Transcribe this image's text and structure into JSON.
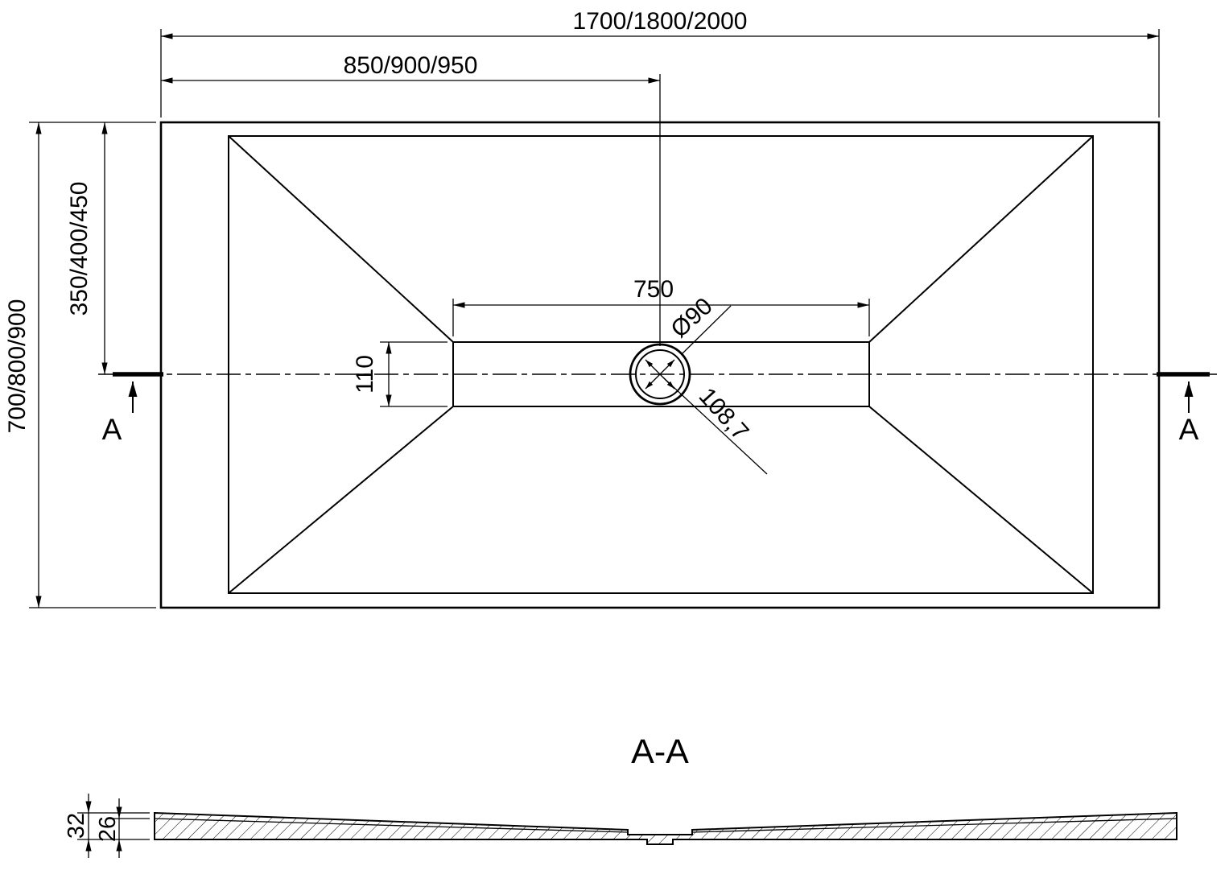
{
  "page": {
    "background_color": "#ffffff",
    "line_color": "#000000"
  },
  "top_view": {
    "dim_overall_width": "1700/1800/2000",
    "dim_center_width": "850/900/950",
    "dim_overall_depth": "700/800/900",
    "dim_center_depth": "350/400/450",
    "dim_channel_width": "750",
    "dim_channel_depth": "110",
    "dim_drain_diameter": "Ø90",
    "dim_drain_diagonal": "108,7",
    "section_marker_left": "A",
    "section_marker_right": "A"
  },
  "section_view": {
    "title": "A-A",
    "dim_total_height": "32",
    "dim_inner_height": "26"
  }
}
